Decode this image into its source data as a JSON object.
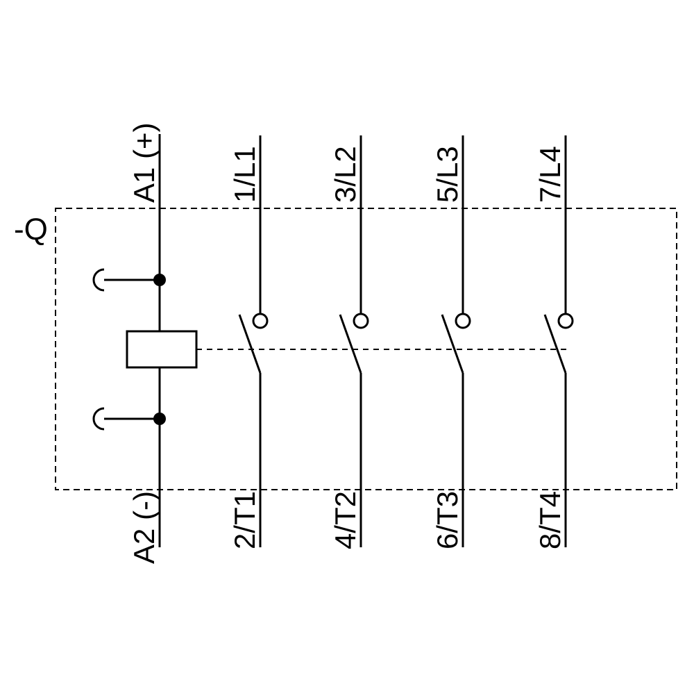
{
  "diagram": {
    "type": "contactor-schematic",
    "device_label": "-Q",
    "coil": {
      "top_label": "A1 (+)",
      "bottom_label": "A2 (-)"
    },
    "contacts": [
      {
        "top_label": "1/L1",
        "bottom_label": "2/T1"
      },
      {
        "top_label": "3/L2",
        "bottom_label": "4/T2"
      },
      {
        "top_label": "5/L3",
        "bottom_label": "6/T3"
      },
      {
        "top_label": "7/L4",
        "bottom_label": "8/T4"
      }
    ],
    "colors": {
      "line": "#000000",
      "background": "#ffffff"
    }
  }
}
